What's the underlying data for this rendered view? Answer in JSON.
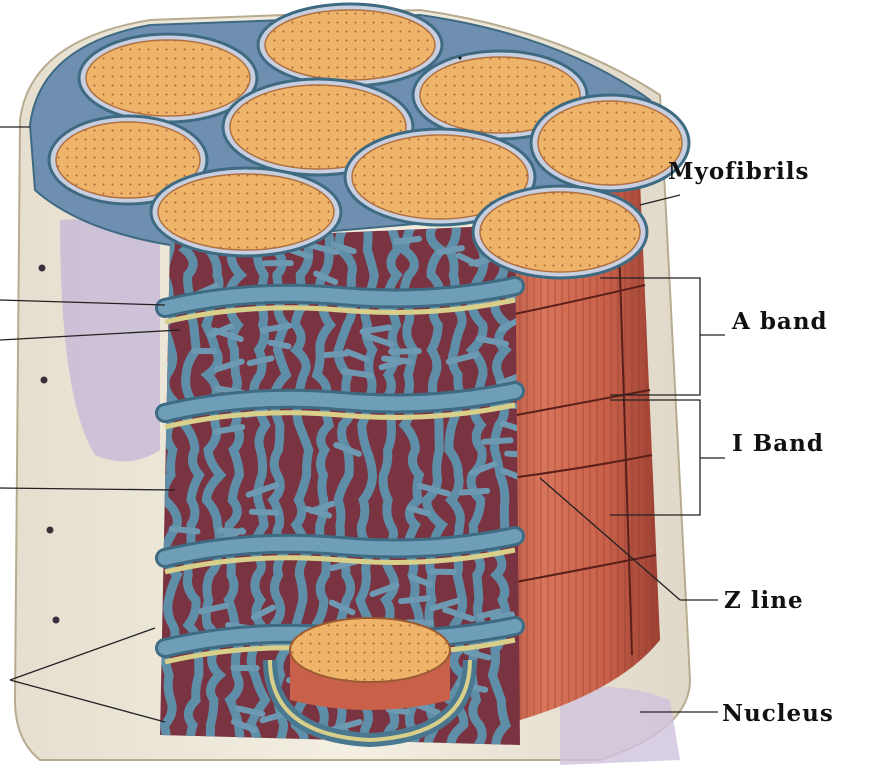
{
  "labels": {
    "myofibrils": "Myofibrils",
    "a_band": "A band",
    "i_band": "I Band",
    "z_line": "Z line",
    "nucleus": "Nucleus"
  },
  "colors": {
    "sarcolemma": "#efe8d8",
    "sarcolemma_shade": "#c9bcd6",
    "myofibril_top": "#eeb56a",
    "myofibril_side": "#c8593f",
    "reticulum": "#5f8fa8",
    "reticulum_dark": "#3e6a82",
    "cytoplasm": "#7a3340",
    "t_tubule": "#d8d08a",
    "leader_line": "#222222"
  }
}
